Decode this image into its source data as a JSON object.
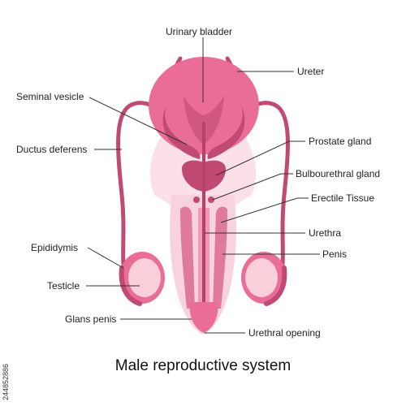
{
  "title": "Male reproductive system",
  "stock_id": "244852886",
  "colors": {
    "bladder": "#e96d96",
    "dark": "#c14a74",
    "mid": "#d96089",
    "light": "#f6c8d4",
    "lighter": "#fbe0e7",
    "leader": "#333333"
  },
  "labels": {
    "urinary_bladder": "Urinary bladder",
    "ureter": "Ureter",
    "seminal_vesicle": "Seminal vesicle",
    "ductus_deferens": "Ductus deferens",
    "prostate_gland": "Prostate gland",
    "bulbourethral_gland": "Bulbourethral gland",
    "erectile_tissue": "Erectile Tissue",
    "urethra": "Urethra",
    "penis": "Penis",
    "epididymis": "Epididymis",
    "testicle": "Testicle",
    "glans_penis": "Glans penis",
    "urethral_opening": "Urethral opening"
  }
}
